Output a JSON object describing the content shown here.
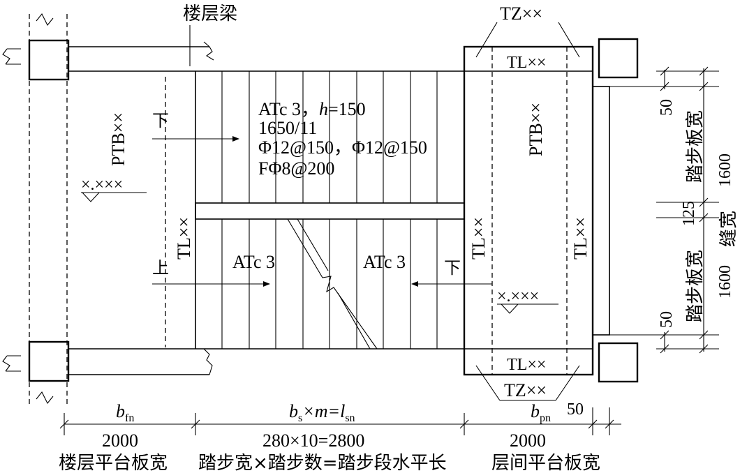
{
  "labels": {
    "floor_beam": "楼层梁",
    "tz_top": "TZ××",
    "tz_bottom": "TZ××",
    "tl_top": "TL××",
    "tl_bottom": "TL××",
    "tl_left": "TL××",
    "tl_mid": "TL××",
    "tl_right": "TL××",
    "ptb_left": "PTB××",
    "ptb_right": "PTB××",
    "elev_left": "×.×××",
    "elev_right": "×.×××",
    "down_top": "下",
    "up": "上",
    "down_right": "下",
    "flight_left": "ATc 3",
    "flight_right": "ATc 3",
    "spec_line1_a": "ATc 3，",
    "spec_line1_h": "h",
    "spec_line1_b": "=150",
    "spec_line2": "1650/11",
    "spec_line3": "Φ12@150，Φ12@150",
    "spec_line4": "FΦ8@200"
  },
  "dimensions": {
    "right_50_top": "50",
    "right_1600_top": "1600",
    "right_125": "125",
    "right_1600_bottom": "1600",
    "right_50_bottom": "50",
    "bottom_50": "50",
    "tread_width_top": "踏步板宽",
    "tread_width_bottom": "踏步板宽",
    "gap_width": "缝宽"
  },
  "bottom": {
    "sym_fn_b": "b",
    "sym_fn_sub": "fn",
    "sym_sn_b": "b",
    "sym_sn_s": "s",
    "sym_sn_mid": "×m=l",
    "sym_sn_sub": "sn",
    "sym_pn_b": "b",
    "sym_pn_sub": "pn",
    "val_fn": "2000",
    "val_sn": "280×10=2800",
    "val_pn": "2000",
    "desc_fn": "楼层平台板宽",
    "desc_sn": "踏步宽×踏步数=踏步段水平长",
    "desc_pn": "层间平台板宽"
  }
}
